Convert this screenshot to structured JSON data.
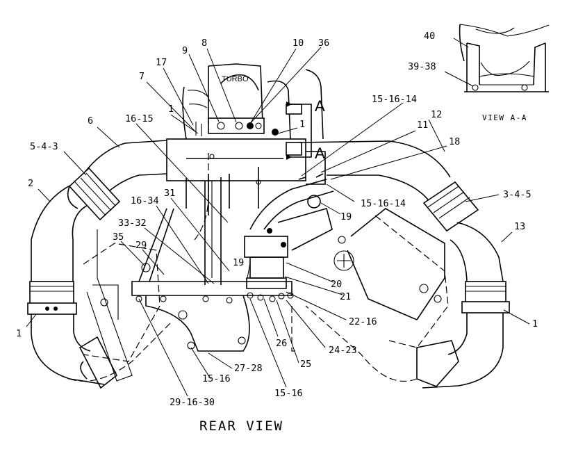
{
  "diagram": {
    "title": "REAR VIEW",
    "inset_title": "VIEW A-A",
    "section_marker": "A",
    "turbo_label": "TURBO",
    "callouts": [
      {
        "id": "c1",
        "text": "10"
      },
      {
        "id": "c2",
        "text": "36"
      },
      {
        "id": "c3",
        "text": "8"
      },
      {
        "id": "c4",
        "text": "9"
      },
      {
        "id": "c5",
        "text": "17"
      },
      {
        "id": "c6",
        "text": "7"
      },
      {
        "id": "c7",
        "text": "15-16-14"
      },
      {
        "id": "c8",
        "text": "11"
      },
      {
        "id": "c9",
        "text": "12"
      },
      {
        "id": "c10",
        "text": "18"
      },
      {
        "id": "c11",
        "text": "6"
      },
      {
        "id": "c12",
        "text": "16-15"
      },
      {
        "id": "c13",
        "text": "1"
      },
      {
        "id": "c14",
        "text": "1"
      },
      {
        "id": "c15",
        "text": "5-4-3"
      },
      {
        "id": "c16",
        "text": "2"
      },
      {
        "id": "c17",
        "text": "31"
      },
      {
        "id": "c18",
        "text": "16-34"
      },
      {
        "id": "c19",
        "text": "33-32"
      },
      {
        "id": "c20",
        "text": "35"
      },
      {
        "id": "c21",
        "text": "29"
      },
      {
        "id": "c22",
        "text": "15-16-14"
      },
      {
        "id": "c23",
        "text": "3-4-5"
      },
      {
        "id": "c24",
        "text": "19"
      },
      {
        "id": "c25",
        "text": "13"
      },
      {
        "id": "c26",
        "text": "19"
      },
      {
        "id": "c27",
        "text": "20"
      },
      {
        "id": "c28",
        "text": "21"
      },
      {
        "id": "c29",
        "text": "22-16"
      },
      {
        "id": "c30",
        "text": "1"
      },
      {
        "id": "c31",
        "text": "1"
      },
      {
        "id": "c32",
        "text": "26"
      },
      {
        "id": "c33",
        "text": "24-23"
      },
      {
        "id": "c34",
        "text": "25"
      },
      {
        "id": "c35",
        "text": "27-28"
      },
      {
        "id": "c36",
        "text": "15-16"
      },
      {
        "id": "c37",
        "text": "15-16"
      },
      {
        "id": "c38",
        "text": "29-16-30"
      },
      {
        "id": "c39",
        "text": "40"
      },
      {
        "id": "c40",
        "text": "39-38"
      }
    ]
  }
}
